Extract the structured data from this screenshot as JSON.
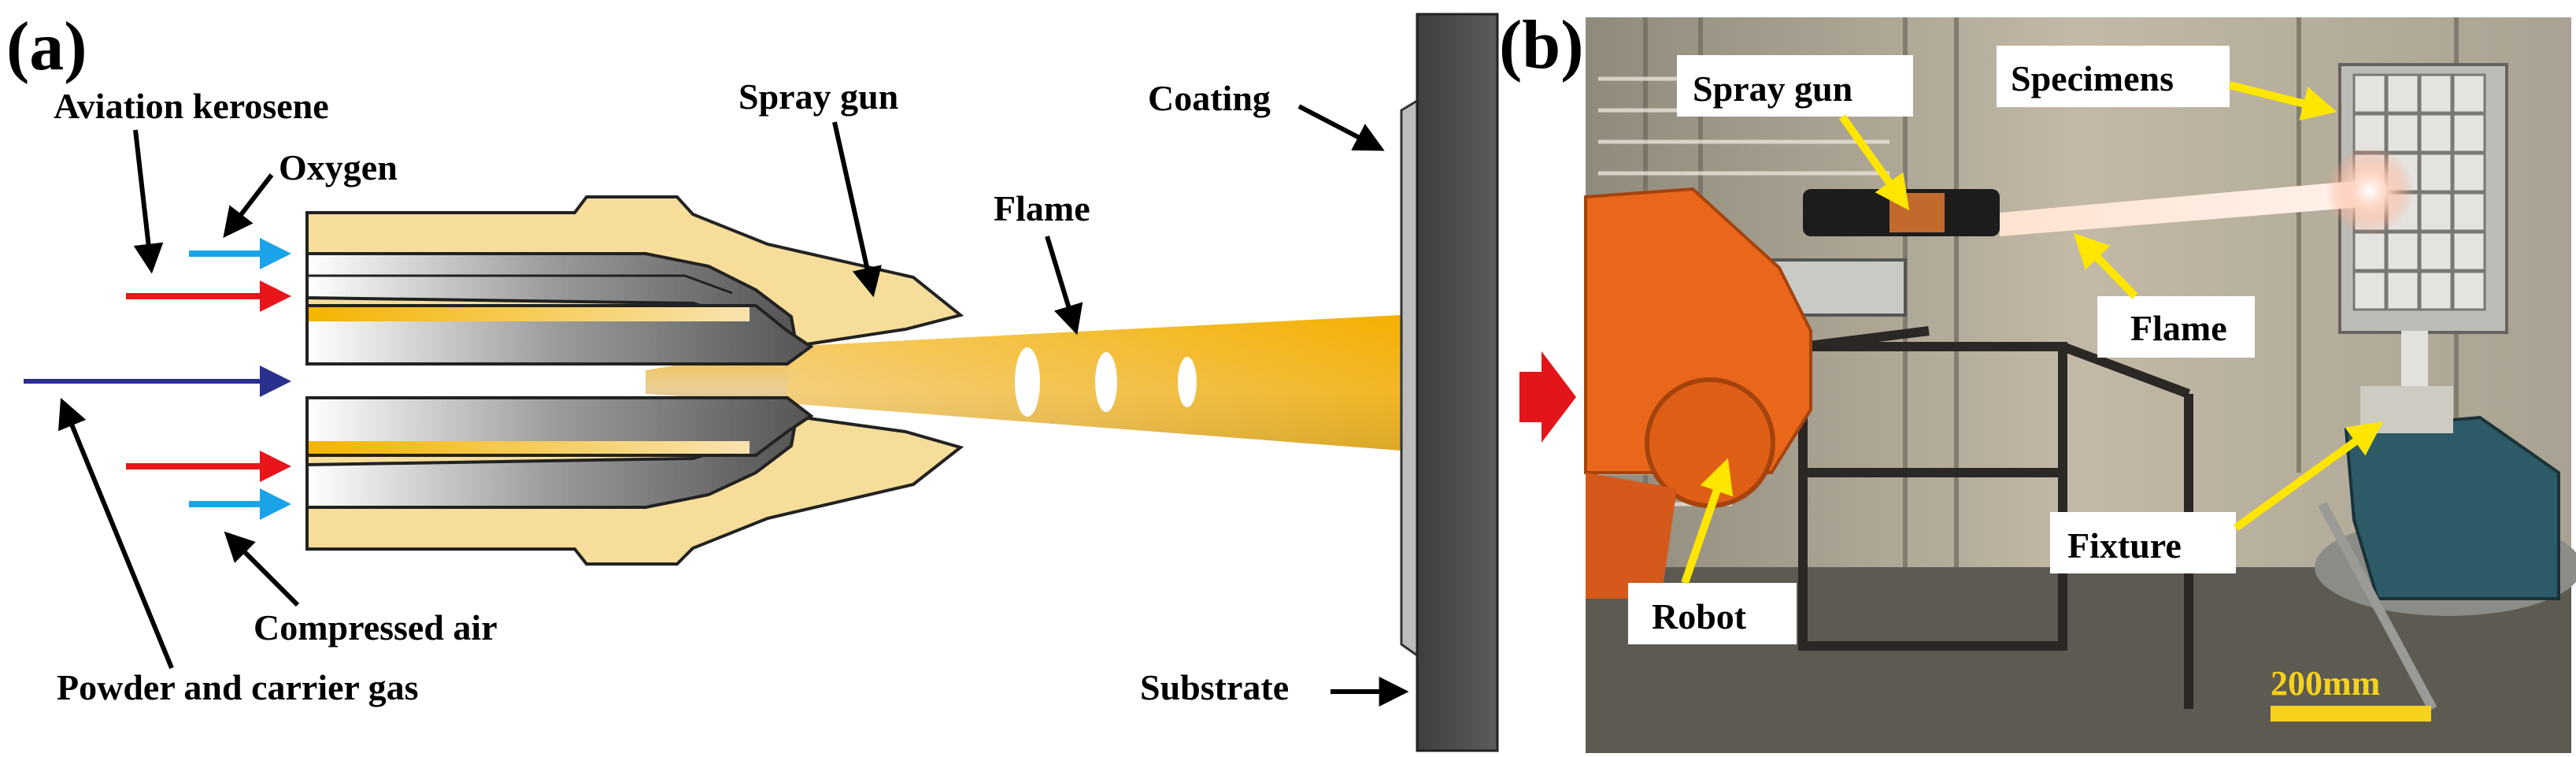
{
  "panel_a": {
    "label": "(a)",
    "labels": {
      "aviation_kerosene": "Aviation kerosene",
      "oxygen": "Oxygen",
      "spray_gun": "Spray gun",
      "flame": "Flame",
      "coating": "Coating",
      "compressed_air": "Compressed air",
      "powder": "Powder and carrier gas",
      "substrate": "Substrate"
    }
  },
  "panel_b": {
    "label": "(b)",
    "labels": {
      "spray_gun": "Spray gun",
      "specimens": "Specimens",
      "flame": "Flame",
      "fixture": "Fixture",
      "robot": "Robot"
    },
    "scale_bar": "200mm"
  },
  "colors": {
    "kerosene_arrow": "#e8161b",
    "oxygen_arrow": "#1aa3e8",
    "powder_arrow": "#2b2f8e",
    "gun_body": "#f6dd9a",
    "flame": "#f4b400",
    "pointer_yellow": "#ffe600",
    "transition_arrow": "#e3151a"
  }
}
